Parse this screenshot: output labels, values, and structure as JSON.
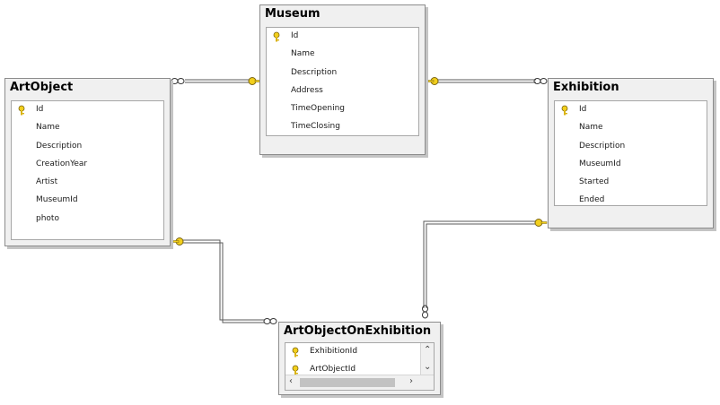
{
  "tables": {
    "museum": {
      "title": "Museum",
      "columns": [
        "Id",
        "Name",
        "Description",
        "Address",
        "TimeOpening",
        "TimeClosing"
      ]
    },
    "artobject": {
      "title": "ArtObject",
      "columns": [
        "Id",
        "Name",
        "Description",
        "CreationYear",
        "Artist",
        "MuseumId",
        "photo"
      ]
    },
    "exhibition": {
      "title": "Exhibition",
      "columns": [
        "Id",
        "Name",
        "Description",
        "MuseumId",
        "Started",
        "Ended"
      ]
    },
    "artobjectonexhibition": {
      "title": "ArtObjectOnExhibition",
      "columns": [
        "ExhibitionId",
        "ArtObjectId"
      ]
    }
  },
  "primary_keys": {
    "museum": [
      "Id"
    ],
    "artobject": [
      "Id"
    ],
    "exhibition": [
      "Id"
    ],
    "artobjectonexhibition": [
      "ExhibitionId",
      "ArtObjectId"
    ]
  },
  "relationships": [
    {
      "from": "Museum",
      "to": "ArtObject",
      "one_side": "Museum",
      "many_side": "ArtObject"
    },
    {
      "from": "Museum",
      "to": "Exhibition",
      "one_side": "Museum",
      "many_side": "Exhibition"
    },
    {
      "from": "ArtObject",
      "to": "ArtObjectOnExhibition",
      "one_side": "ArtObject",
      "many_side": "ArtObjectOnExhibition"
    },
    {
      "from": "Exhibition",
      "to": "ArtObjectOnExhibition",
      "one_side": "Exhibition",
      "many_side": "ArtObjectOnExhibition"
    }
  ],
  "icons": {
    "primary_key": "key-icon",
    "one_end": "key-icon",
    "many_end": "infinity-icon"
  },
  "colors": {
    "key_gold": "#f2cf1c",
    "connector": "#555555",
    "table_bg": "#f0f0f0"
  }
}
